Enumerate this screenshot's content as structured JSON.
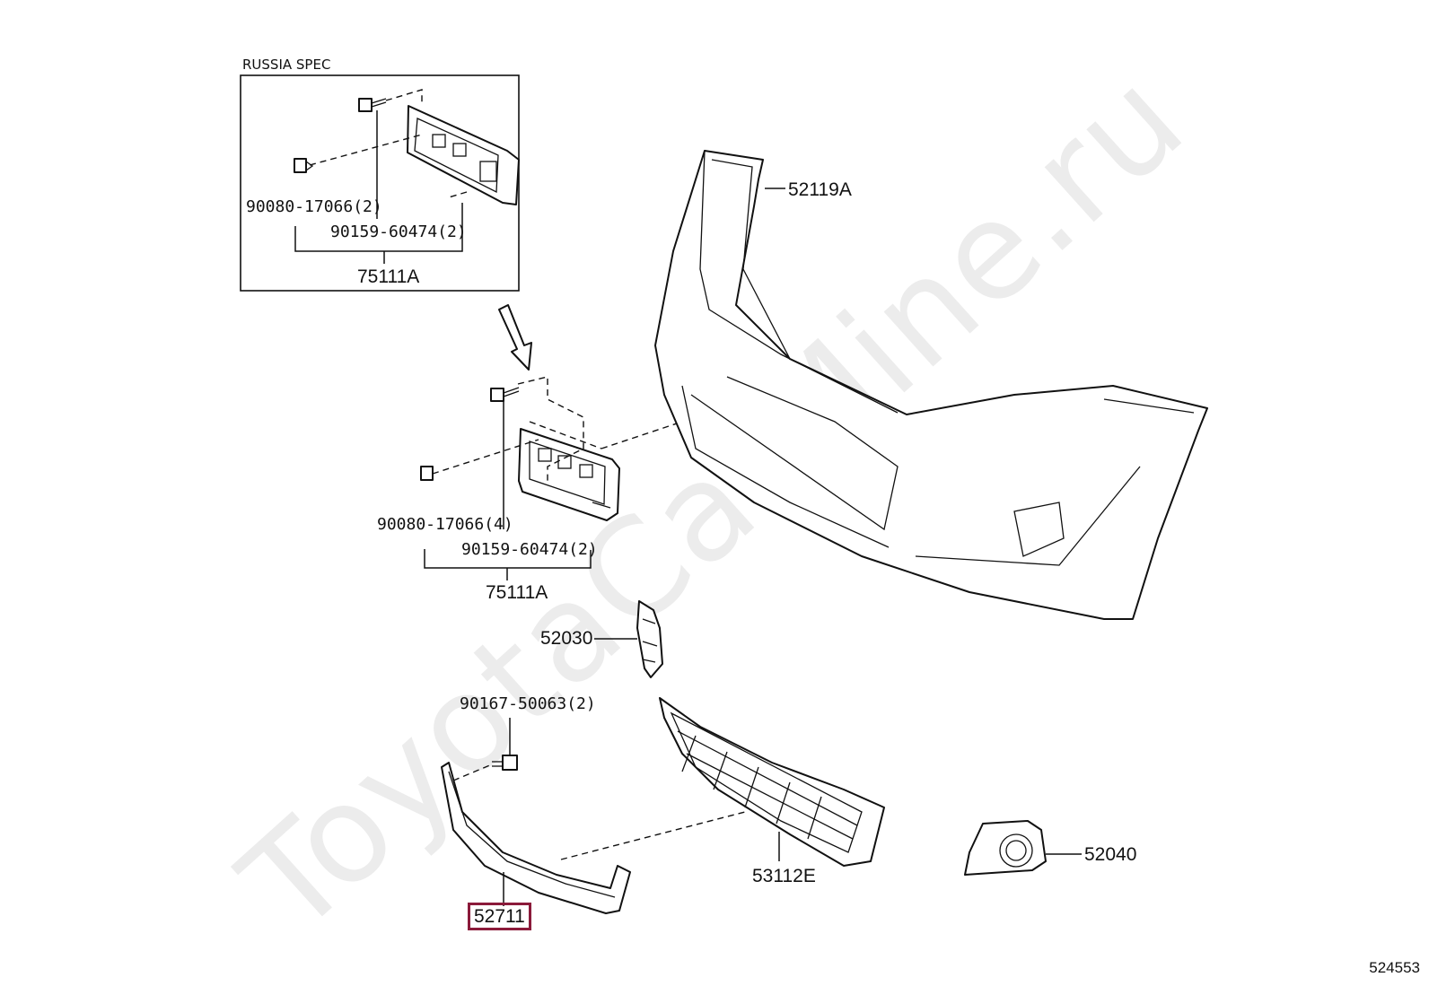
{
  "watermark": "ToyotaCarMine.ru",
  "inset_title": "RUSSIA SPEC",
  "labels": {
    "inset_clip": "90080-17066(2)",
    "inset_screw": "90159-60474(2)",
    "inset_assy": "75111A",
    "bumper_cover": "52119A",
    "main_clip": "90080-17066(4)",
    "main_screw": "90159-60474(2)",
    "main_assy": "75111A",
    "bracket": "52030",
    "bolt": "90167-50063(2)",
    "lower_grille": "53112E",
    "fog_cover": "52040",
    "spoiler": "52711"
  },
  "highlight_part": "52711",
  "doc_id": "524553"
}
